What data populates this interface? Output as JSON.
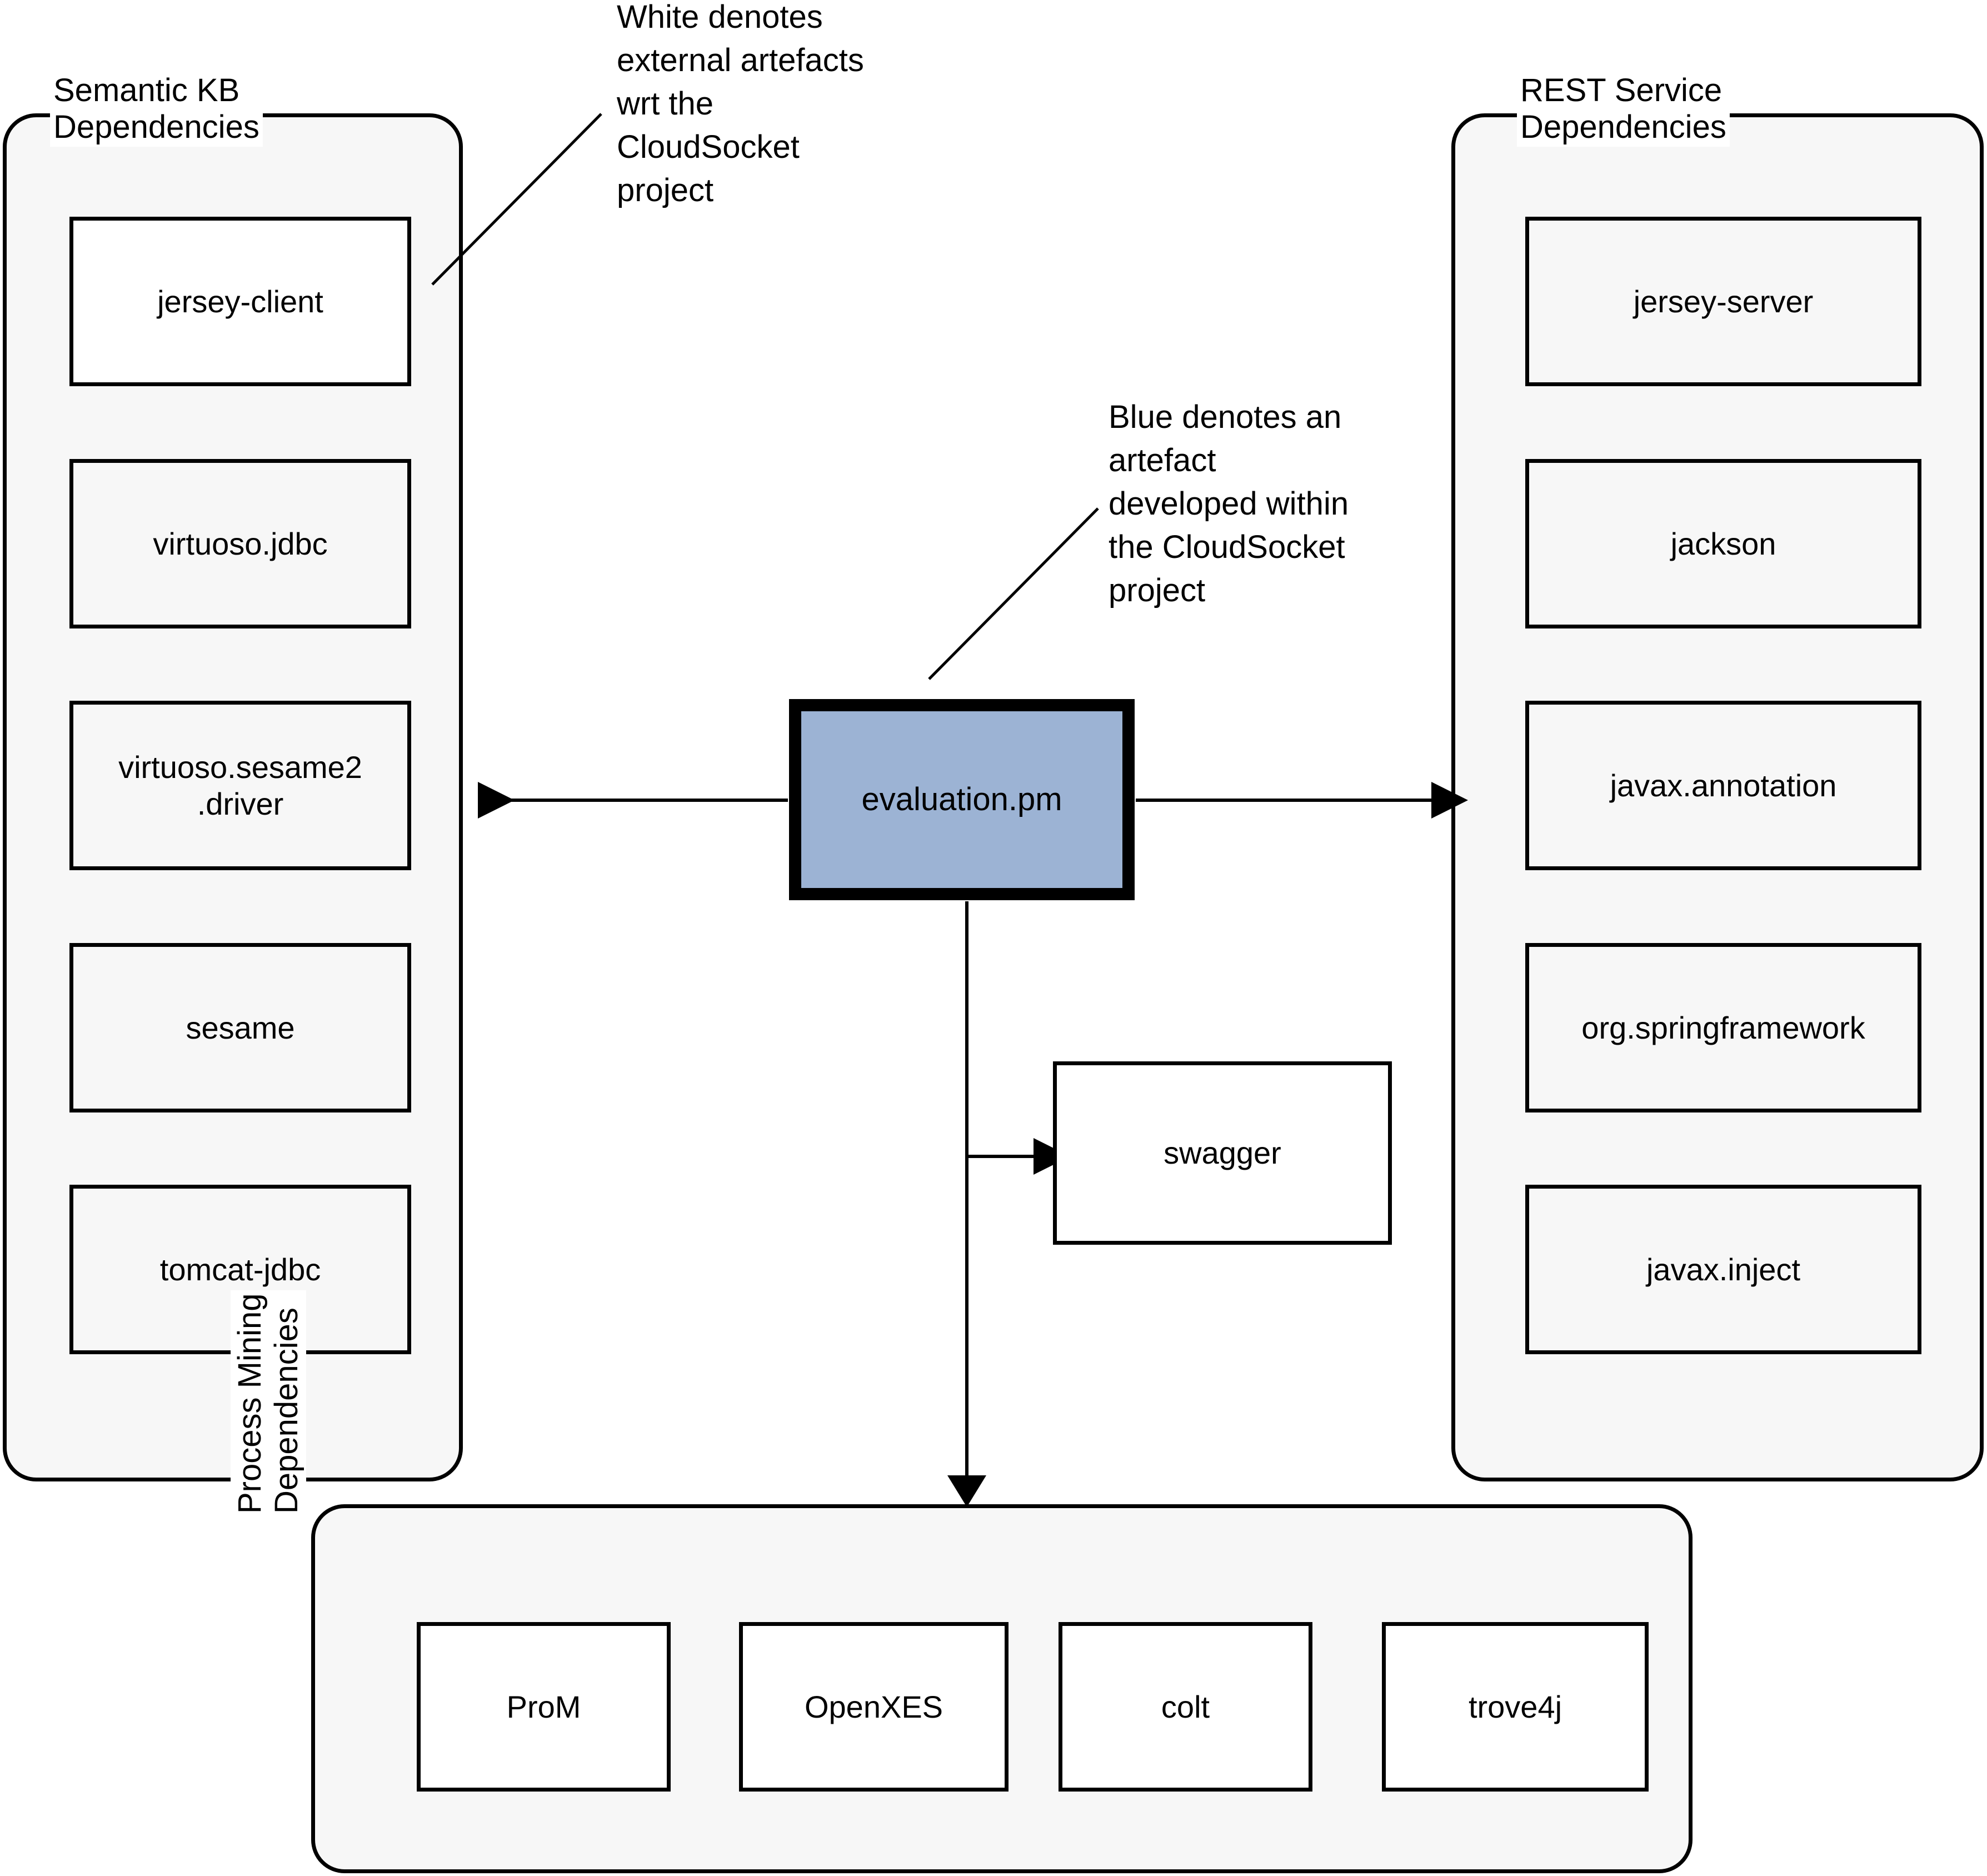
{
  "diagram": {
    "title": "CloudSocket evaluation.pm artefact dependency diagram",
    "central_node": {
      "label": "evaluation.pm",
      "fill": "#9cb3d4",
      "kind": "internal-artefact"
    },
    "legend": {
      "white_note": "White denotes\nexternal artefacts\nwrt the\nCloudSocket\nproject",
      "blue_note": "Blue denotes an\nartefact\ndeveloped within\nthe CloudSocket\nproject"
    },
    "groups": [
      {
        "id": "semantic-kb",
        "title": "Semantic KB\nDependencies",
        "nodes": [
          {
            "label": "jersey-client"
          },
          {
            "label": "virtuoso.jdbc"
          },
          {
            "label": "virtuoso.sesame2\n.driver"
          },
          {
            "label": "sesame"
          },
          {
            "label": "tomcat-jdbc"
          }
        ]
      },
      {
        "id": "rest-service",
        "title": "REST Service\nDependencies",
        "nodes": [
          {
            "label": "jersey-server"
          },
          {
            "label": "jackson"
          },
          {
            "label": "javax.annotation"
          },
          {
            "label": "org.springframework"
          },
          {
            "label": "javax.inject"
          }
        ]
      },
      {
        "id": "process-mining",
        "title": "Process Mining\nDependencies",
        "nodes": [
          {
            "label": "ProM"
          },
          {
            "label": "OpenXES"
          },
          {
            "label": "colt"
          },
          {
            "label": "trove4j"
          }
        ]
      }
    ],
    "standalone_nodes": [
      {
        "label": "swagger"
      }
    ],
    "edges": [
      {
        "from": "evaluation.pm",
        "to": "semantic-kb",
        "direction": "left"
      },
      {
        "from": "evaluation.pm",
        "to": "rest-service",
        "direction": "right"
      },
      {
        "from": "evaluation.pm",
        "to": "swagger",
        "direction": "down-right"
      },
      {
        "from": "evaluation.pm",
        "to": "process-mining",
        "direction": "down"
      }
    ]
  }
}
